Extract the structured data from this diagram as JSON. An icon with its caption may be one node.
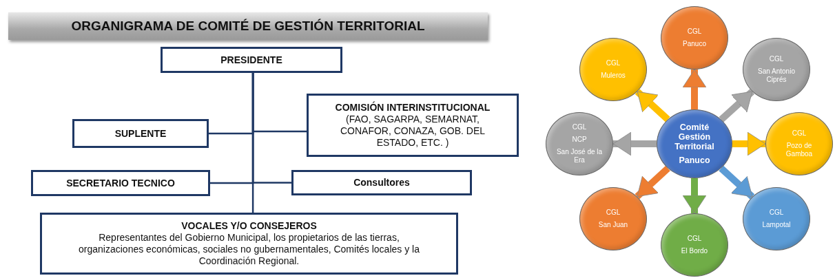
{
  "diagram": {
    "title": "ORGANIGRAMA DE COMITÉ DE GESTIÓN TERRITORIAL",
    "nodes": [
      {
        "text": [
          "PRESIDENTE"
        ]
      },
      {
        "text": [
          "COMISIÓN INTERINSTITUCIONAL",
          "(FAO, SAGARPA, SEMARNAT, CONAFOR, CONAZA, GOB. DEL ESTADO, ETC.  )"
        ]
      },
      {
        "text": [
          "SUPLENTE"
        ]
      },
      {
        "text": [
          "SECRETARIO TECNICO"
        ]
      },
      {
        "text": [
          "Consultores"
        ]
      },
      {
        "text": [
          "VOCALES Y/O CONSEJEROS",
          "Representantes del Gobierno Municipal, los propietarios de las tierras, organizaciones económicas,  sociales no gubernamentales, Comités locales  y la Coordinación Regional."
        ]
      },
      {
        "text": [
          "CGL",
          "Panuco"
        ]
      },
      {
        "text": [
          "CGL",
          "Muleros"
        ]
      },
      {
        "text": [
          "CGL",
          "San Antonio Ciprés"
        ]
      },
      {
        "text": [
          "CGL",
          "NCP",
          "San José de la Era"
        ]
      },
      {
        "text": [
          "Comité Gestión Territorial",
          "Panuco"
        ]
      },
      {
        "text": [
          "CGL",
          "Pozo de Gamboa"
        ]
      },
      {
        "text": [
          "CGL",
          "San Juan"
        ]
      },
      {
        "text": [
          "CGL",
          "Lampotal"
        ]
      },
      {
        "text": [
          "CGL",
          "El Bordo"
        ]
      }
    ],
    "edges": [
      {
        "from": 0,
        "to": 2,
        "arrow": "none"
      },
      {
        "from": 0,
        "to": 1,
        "arrow": "none"
      },
      {
        "from": 0,
        "to": 3,
        "arrow": "none"
      },
      {
        "from": 0,
        "to": 4,
        "arrow": "none"
      },
      {
        "from": 0,
        "to": 5,
        "arrow": "none"
      },
      {
        "from": 10,
        "to": 6,
        "arrow": "to",
        "color": "#ed7d31"
      },
      {
        "from": 10,
        "to": 7,
        "arrow": "to",
        "color": "#ffc000"
      },
      {
        "from": 10,
        "to": 8,
        "arrow": "to",
        "color": "#a5a5a5"
      },
      {
        "from": 10,
        "to": 9,
        "arrow": "to",
        "color": "#a5a5a5"
      },
      {
        "from": 10,
        "to": 11,
        "arrow": "to",
        "color": "#ffc000"
      },
      {
        "from": 10,
        "to": 12,
        "arrow": "to",
        "color": "#ed7d31"
      },
      {
        "from": 10,
        "to": 13,
        "arrow": "to",
        "color": "#5b9bd5"
      },
      {
        "from": 10,
        "to": 14,
        "arrow": "to",
        "color": "#70ad47"
      }
    ]
  }
}
